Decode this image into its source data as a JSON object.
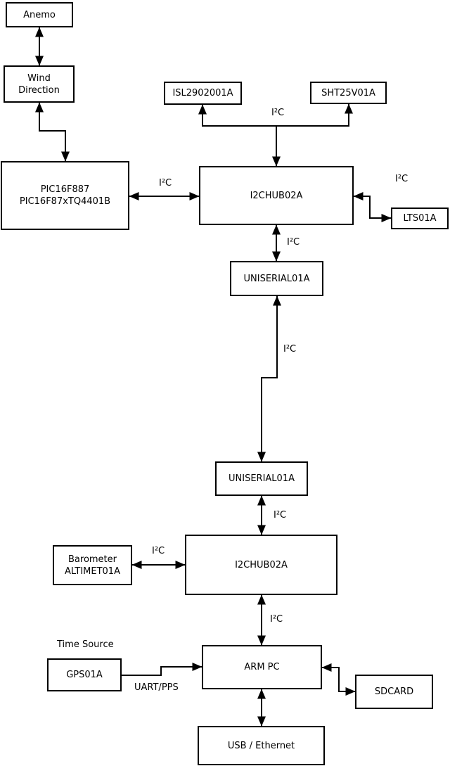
{
  "nodes": {
    "anemo": {
      "label": "Anemo"
    },
    "wind_direction": {
      "label": "Wind\nDirection"
    },
    "pic": {
      "label": "PIC16F887\nPIC16F87xTQ4401B"
    },
    "isl": {
      "label": "ISL2902001A"
    },
    "sht": {
      "label": "SHT25V01A"
    },
    "i2chub_top": {
      "label": "I2CHUB02A"
    },
    "lts": {
      "label": "LTS01A"
    },
    "uniserial_top": {
      "label": "UNISERIAL01A"
    },
    "uniserial_bottom": {
      "label": "UNISERIAL01A"
    },
    "i2chub_bottom": {
      "label": "I2CHUB02A"
    },
    "barometer": {
      "label": "Barometer\nALTIMET01A"
    },
    "arm_pc": {
      "label": "ARM PC"
    },
    "gps": {
      "label": "GPS01A"
    },
    "sdcard": {
      "label": "SDCARD"
    },
    "usb_ethernet": {
      "label": "USB / Ethernet"
    }
  },
  "edge_labels": {
    "bus_top": "I²C",
    "pic_hub": "I²C",
    "hub_lts": "I²C",
    "hub_uniserial": "I²C",
    "uniserial_link": "I²C",
    "uniserial_hub2": "I²C",
    "barometer_hub2": "I²C",
    "hub2_armpc": "I²C",
    "time_source": "Time Source",
    "gps_armpc": "UART/PPS"
  },
  "colors": {
    "line": "#000000",
    "box_border": "#000000",
    "box_fill": "#ffffff",
    "text": "#000000",
    "background": "#ffffff"
  }
}
